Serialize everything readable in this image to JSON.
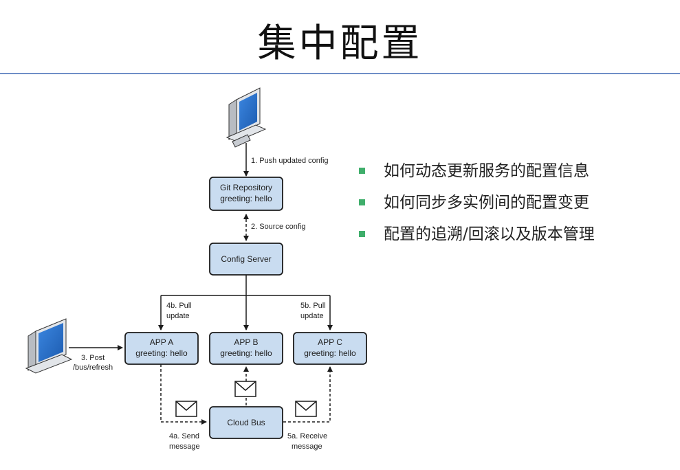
{
  "slide": {
    "title": "集中配置"
  },
  "bullets": [
    "如何动态更新服务的配置信息",
    "如何同步多实例间的配置变更",
    "配置的追溯/回滚以及版本管理"
  ],
  "diagram": {
    "boxes": {
      "git_repo": [
        "Git Repository",
        "greeting: hello"
      ],
      "config_server": [
        "Config Server"
      ],
      "app_a": [
        "APP A",
        "greeting: hello"
      ],
      "app_b": [
        "APP B",
        "greeting: hello"
      ],
      "app_c": [
        "APP C",
        "greeting: hello"
      ],
      "cloud_bus": [
        "Cloud Bus"
      ]
    },
    "edges": {
      "push": [
        "1. Push updated config"
      ],
      "source": [
        "2. Source config"
      ],
      "post": [
        "3. Post",
        "/bus/refresh"
      ],
      "pull_a": [
        "4b. Pull",
        "update"
      ],
      "pull_c": [
        "5b. Pull",
        "update"
      ],
      "send": [
        "4a. Send",
        "message"
      ],
      "receive": [
        "5a. Receive",
        "message"
      ]
    }
  },
  "colors": {
    "box_fill": "#c9dcf0",
    "box_stroke": "#1b1b1b",
    "bullet_mark": "#3fae6b",
    "title_rule": "#6f8ec7",
    "monitor_screen": "#2a6fc7"
  }
}
